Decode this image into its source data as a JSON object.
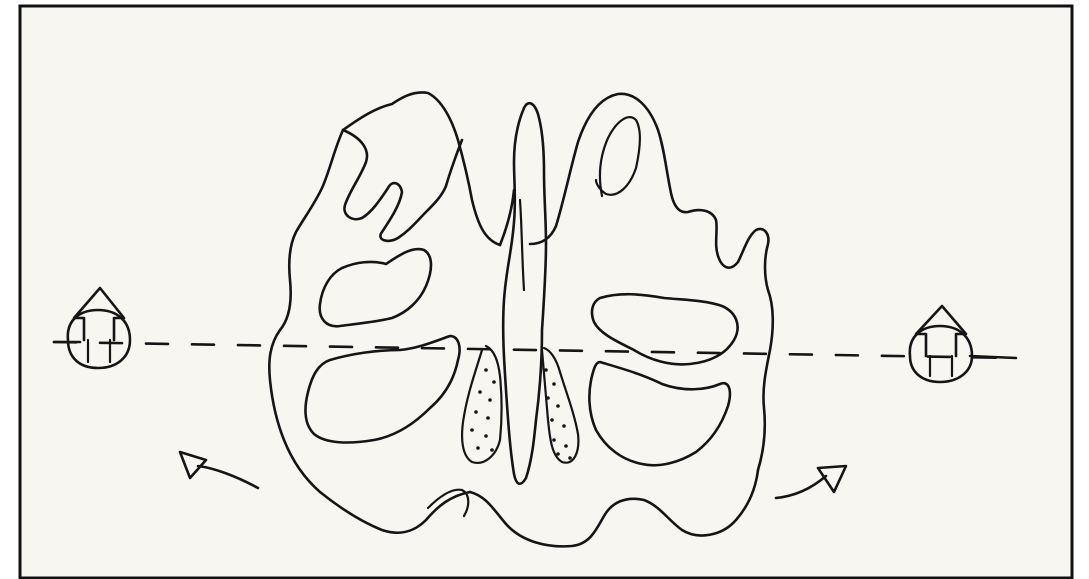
{
  "figure": {
    "kind": "hand-drawn sketch",
    "colors": {
      "paper": "#f7f6f1",
      "ink": "#151515",
      "frame": "#111111",
      "page_background": "#ffffff"
    },
    "elements": [
      "picture-frame",
      "skull-outline",
      "nasal-septum",
      "left-upper-cavity",
      "left-lower-cavity",
      "right-upper-cavity",
      "right-lower-cavity",
      "dotted-regions",
      "horizontal-dashed-line",
      "left-up-arrow-icon",
      "right-up-arrow-icon",
      "left-curved-arrow-icon",
      "right-curved-arrow-icon"
    ]
  }
}
